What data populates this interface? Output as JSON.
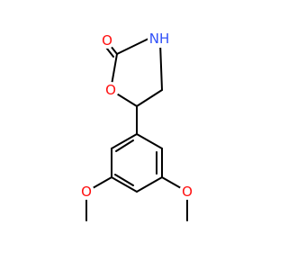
{
  "diagram": {
    "type": "chemical-structure",
    "colors": {
      "bond": "#000000",
      "oxygen": "#ff0d0d",
      "nitrogen": "#3050f8",
      "background": "#ffffff"
    },
    "atoms": [
      {
        "id": "O_carbonyl",
        "label": "O",
        "element": "O"
      },
      {
        "id": "N_ring",
        "label": "NH",
        "element": "N"
      },
      {
        "id": "O_ring",
        "label": "O",
        "element": "O"
      },
      {
        "id": "O_methoxy_left",
        "label": "O",
        "element": "O"
      },
      {
        "id": "O_methoxy_right",
        "label": "O",
        "element": "O"
      }
    ]
  }
}
